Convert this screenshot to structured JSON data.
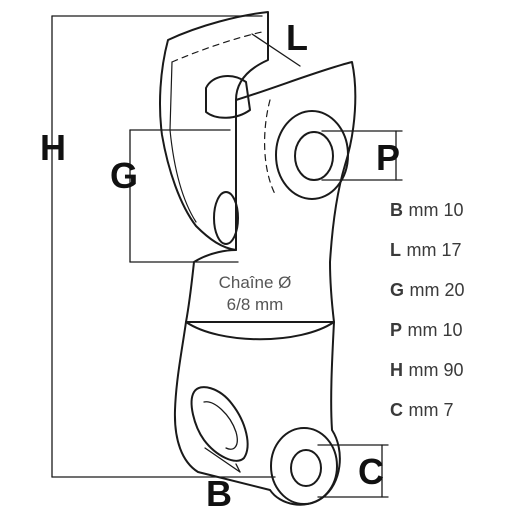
{
  "dimension_letters": {
    "H": "H",
    "L": "L",
    "G": "G",
    "P": "P",
    "B": "B",
    "C": "C"
  },
  "chain_label": {
    "line1": "Chaîne Ø",
    "line2": "6/8 mm"
  },
  "specs": [
    {
      "key": "B",
      "unit": "mm",
      "value": "10"
    },
    {
      "key": "L",
      "unit": "mm",
      "value": "17"
    },
    {
      "key": "G",
      "unit": "mm",
      "value": "20"
    },
    {
      "key": "P",
      "unit": "mm",
      "value": "10"
    },
    {
      "key": "H",
      "unit": "mm",
      "value": "90"
    },
    {
      "key": "C",
      "unit": "mm",
      "value": "7"
    }
  ],
  "colors": {
    "outline": "#1a1a1a",
    "text_specs": "#3a3a3a",
    "letters": "#111111"
  }
}
